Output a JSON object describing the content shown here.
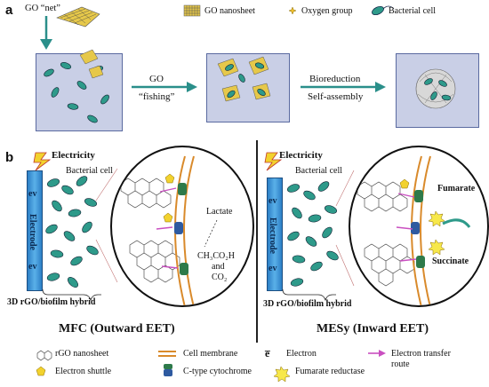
{
  "panel_a": {
    "letter": "a",
    "go_net_label": "GO “net”",
    "legend_go": "GO nanosheet",
    "legend_oxygen": "Oxygen group",
    "legend_bacteria": "Bacterial cell",
    "arrow1_top": "GO",
    "arrow1_bottom": "“fishing”",
    "arrow2_top": "Bioreduction",
    "arrow2_bottom": "Self-assembly"
  },
  "panel_b": {
    "letter": "b",
    "left": {
      "electricity": "Electricity",
      "bacterial_cell": "Bacterial cell",
      "electrode": "Electrode",
      "ev": "ev",
      "hybrid_label": "3D rGO/biofilm hybrid",
      "lactate": "Lactate",
      "products": "CH₃CO₂H",
      "and": "and",
      "co2": "CO₂",
      "title": "MFC (Outward EET)"
    },
    "right": {
      "electricity": "Electricity",
      "bacterial_cell": "Bacterial cell",
      "electrode": "Electrode",
      "ev": "ev",
      "hybrid_label": "3D rGO/biofilm hybrid",
      "fumarate": "Fumarate",
      "succinate": "Succinate",
      "title": "MESy (Inward EET)"
    }
  },
  "legend_bottom": {
    "rgo": "rGO nanosheet",
    "membrane": "Cell membrane",
    "electron_sym": "e̅",
    "electron": "Electron",
    "route1": "Electron transfer",
    "route2": "route",
    "shuttle": "Electron shuttle",
    "cytochrome": "C-type cytochrome",
    "reductase": "Fumarate reductase"
  },
  "colors": {
    "tank": "#c9cfe6",
    "arrow": "#2a8f8a",
    "electrode": "#3b8fd6",
    "bacteria": "#2e9a8a",
    "shuttle": "#f2d22e",
    "membrane": "#d98a2b",
    "route": "#c94fc0"
  }
}
